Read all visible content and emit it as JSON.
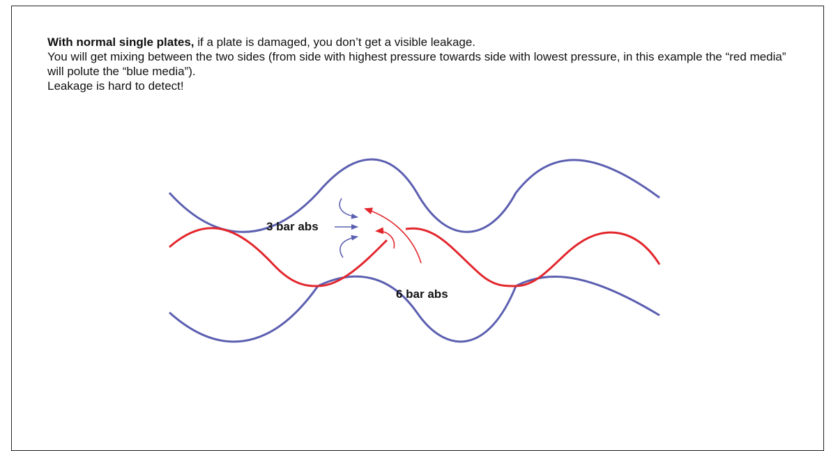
{
  "text": {
    "line1_bold": "With normal single plates,",
    "line1_rest": " if a plate is damaged, you don’t get a visible leakage.",
    "line2": "You will get mixing between the two sides (from side with highest pressure towards side with lowest pressure, in this example the “red media” will polute the “blue media”).",
    "line3": "Leakage is hard to detect!"
  },
  "labels": {
    "low_pressure": "3 bar abs",
    "high_pressure": "6 bar abs"
  },
  "colors": {
    "blue_media": "#5b5fb0",
    "red_media": "#e2262c"
  }
}
